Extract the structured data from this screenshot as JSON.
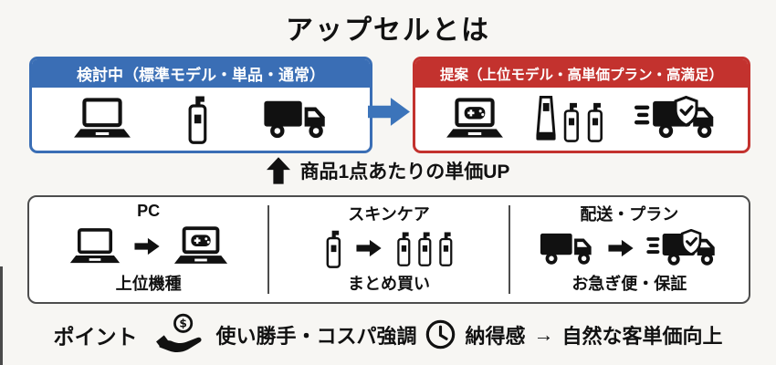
{
  "page": {
    "title": "アップセルとは"
  },
  "colors": {
    "background": "#f7f6f3",
    "blue": "#3a6eb5",
    "red": "#c3322e",
    "arrow_blue": "#3c74ba",
    "box_border_gray": "#4d4d4d",
    "text": "#111111"
  },
  "before_box": {
    "header": "検討中（標準モデル・単品・通常）",
    "icons": [
      "laptop-icon",
      "lotion-bottle-icon",
      "truck-icon"
    ]
  },
  "transition": {
    "icon": "right-arrow-icon"
  },
  "after_box": {
    "header": "提案（上位モデル・高単価プラン・高満足）",
    "icons": [
      "gaming-laptop-icon",
      "skincare-set-icon",
      "express-truck-icon"
    ]
  },
  "unit_price_note": {
    "icon": "up-arrow-icon",
    "text": "商品1点あたりの単価UP"
  },
  "examples": [
    {
      "title": "PC",
      "before_icon": "laptop-icon",
      "after_icon": "gaming-laptop-icon",
      "caption": "上位機種"
    },
    {
      "title": "スキンケア",
      "before_icon": "lotion-bottle-icon",
      "after_icon": "lotion-bottles-icon",
      "caption": "まとめ買い"
    },
    {
      "title": "配送・プラン",
      "before_icon": "truck-icon",
      "after_icon": "express-truck-icon",
      "caption": "お急ぎ便・保証"
    }
  ],
  "points": {
    "label": "ポイント",
    "icon1": "hand-coin-icon",
    "item1": "使い勝手・コスパ強調",
    "icon2": "clock-icon",
    "item2": "納得感",
    "arrow": "→",
    "result": "自然な客単価向上"
  }
}
